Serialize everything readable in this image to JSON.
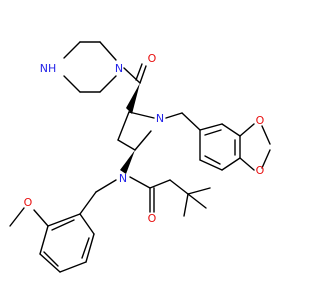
{
  "structure": {
    "atoms": {
      "nh_piperazine": "NH",
      "n_piperazine_amide": "N",
      "o_carbonyl_top": "O",
      "n_pyrrolidine": "N",
      "o_dioxole_upper": "O",
      "o_dioxole_lower": "O",
      "n_amide": "N",
      "o_amide": "O",
      "o_methoxy": "O"
    },
    "colors": {
      "bond": "#000000",
      "nitrogen": "#2424e8",
      "oxygen": "#e81010"
    }
  }
}
